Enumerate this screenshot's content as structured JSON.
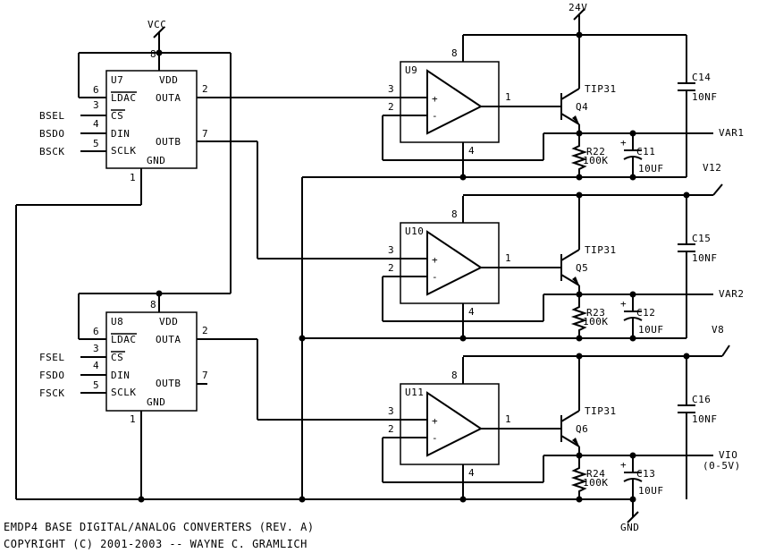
{
  "nets": {
    "vcc": "VCC",
    "v24": "24V",
    "v12": "V12",
    "v8": "V8",
    "gnd": "GND",
    "var1": "VAR1",
    "var2": "VAR2",
    "vio": "VIO",
    "vio_range": "(0-5V)"
  },
  "inputs": {
    "bsel": "BSEL",
    "bsdo": "BSDO",
    "bsck": "BSCK",
    "fsel": "FSEL",
    "fsdo": "FSDO",
    "fsck": "FSCK"
  },
  "dac_pins": {
    "vdd": "VDD",
    "ldac": "LDAC",
    "cs": "CS",
    "din": "DIN",
    "sclk": "SCLK",
    "gnd": "GND",
    "outa": "OUTA",
    "outb": "OUTB"
  },
  "dacs": [
    {
      "ref": "U7",
      "p_vdd": "8",
      "p_ldac": "6",
      "p_cs": "3",
      "p_din": "4",
      "p_sclk": "5",
      "p_gnd": "1",
      "p_outa": "2",
      "p_outb": "7"
    },
    {
      "ref": "U8",
      "p_vdd": "8",
      "p_ldac": "6",
      "p_cs": "3",
      "p_din": "4",
      "p_sclk": "5",
      "p_gnd": "1",
      "p_outa": "2",
      "p_outb": "7"
    }
  ],
  "stages": [
    {
      "opamp": "U9",
      "transistor": "Q4",
      "transistor_type": "TIP31",
      "resistor": "R22",
      "resistor_value": "100K",
      "cap_out": "C11",
      "cap_out_value": "10UF",
      "cap_bypass": "C14",
      "cap_bypass_value": "10NF"
    },
    {
      "opamp": "U10",
      "transistor": "Q5",
      "transistor_type": "TIP31",
      "resistor": "R23",
      "resistor_value": "100K",
      "cap_out": "C12",
      "cap_out_value": "10UF",
      "cap_bypass": "C15",
      "cap_bypass_value": "10NF"
    },
    {
      "opamp": "U11",
      "transistor": "Q6",
      "transistor_type": "TIP31",
      "resistor": "R24",
      "resistor_value": "100K",
      "cap_out": "C13",
      "cap_out_value": "10UF",
      "cap_bypass": "C16",
      "cap_bypass_value": "10NF"
    }
  ],
  "opamp_pins": {
    "plus": "3",
    "minus": "2",
    "out": "1",
    "vcc": "8",
    "gnd": "4"
  },
  "plus_sign": "+",
  "minus_sign": "-",
  "polarity": "+",
  "footer": {
    "line1": "EMDP4 BASE DIGITAL/ANALOG CONVERTERS (REV. A)",
    "line2": "COPYRIGHT (C) 2001-2003 -- WAYNE C. GRAMLICH"
  }
}
